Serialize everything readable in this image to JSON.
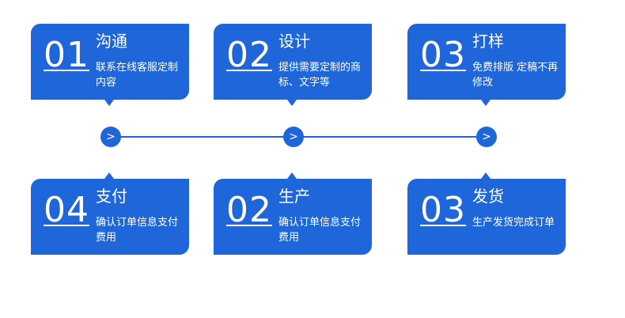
{
  "steps": [
    {
      "number": "01",
      "title": "沟通",
      "desc": "联系在线客服定制内容"
    },
    {
      "number": "02",
      "title": "设计",
      "desc": "提供需要定制的商标、文字等"
    },
    {
      "number": "03",
      "title": "打样",
      "desc": "免费排版 定稿不再修改"
    },
    {
      "number": "04",
      "title": "支付",
      "desc": "确认订单信息支付费用"
    },
    {
      "number": "02",
      "title": "生产",
      "desc": "确认订单信息支付费用"
    },
    {
      "number": "03",
      "title": "发货",
      "desc": "生产发货完成订单"
    }
  ],
  "timeline": {
    "node_glyph": ">"
  },
  "colors": {
    "primary": "#1e66d9",
    "background": "#ffffff"
  }
}
